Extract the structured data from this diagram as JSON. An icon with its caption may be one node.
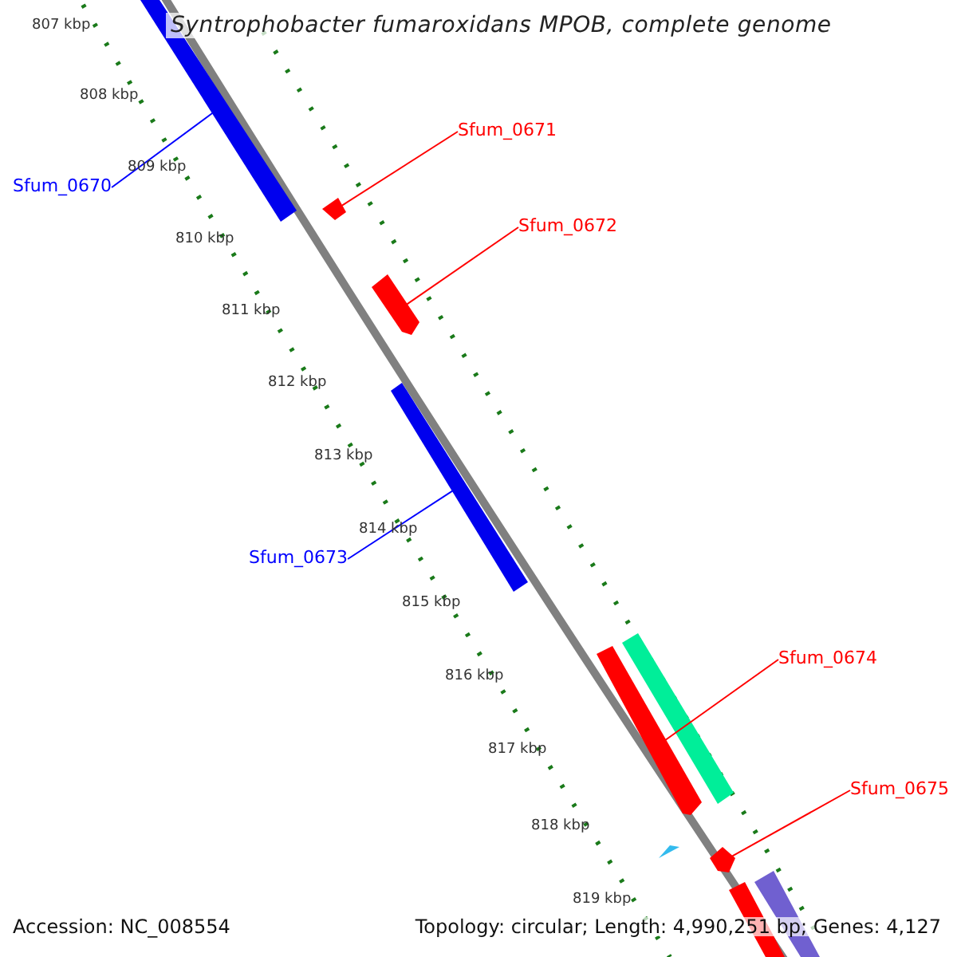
{
  "diagram": {
    "title": "Syntrophobacter fumaroxidans MPOB, complete genome",
    "nodes": [
      {
        "text": [
          "Sfum_0670"
        ]
      },
      {
        "text": [],
        "shape": "bar"
      },
      {
        "text": [
          "Sfum_0671"
        ]
      },
      {
        "text": [],
        "shape": "arrow"
      },
      {
        "text": [
          "Sfum_0672"
        ]
      },
      {
        "text": [],
        "shape": "arrow"
      },
      {
        "text": [
          "Sfum_0673"
        ]
      },
      {
        "text": [],
        "shape": "bar"
      },
      {
        "text": [
          "Sfum_0674"
        ]
      },
      {
        "text": [],
        "shape": "arrow"
      },
      {
        "text": [
          "Sfum_0675"
        ]
      },
      {
        "text": [],
        "shape": "arrow"
      },
      {
        "text": [],
        "shape": "bar"
      },
      {
        "text": [],
        "shape": "triangle"
      },
      {
        "text": [],
        "shape": "bar"
      },
      {
        "text": [],
        "shape": "bar"
      }
    ],
    "edges": [
      {
        "from": 0,
        "to": 1,
        "arrow": "none",
        "color": "#0000ff"
      },
      {
        "from": 2,
        "to": 3,
        "arrow": "none"
      },
      {
        "from": 4,
        "to": 5,
        "arrow": "none"
      },
      {
        "from": 6,
        "to": 7,
        "arrow": "none",
        "color": "#0000ff"
      },
      {
        "from": 8,
        "to": 9,
        "arrow": "none"
      },
      {
        "from": 10,
        "to": 11,
        "arrow": "none"
      }
    ],
    "labels": [
      "807 kbp",
      "808 kbp",
      "809 kbp",
      "810 kbp",
      "811 kbp",
      "812 kbp",
      "813 kbp",
      "814 kbp",
      "815 kbp",
      "816 kbp",
      "817 kbp",
      "818 kbp",
      "819 kbp",
      "Accession: NC_008554",
      "Topology: circular; Length: 4,990,251 bp; Genes: 4,127"
    ]
  }
}
